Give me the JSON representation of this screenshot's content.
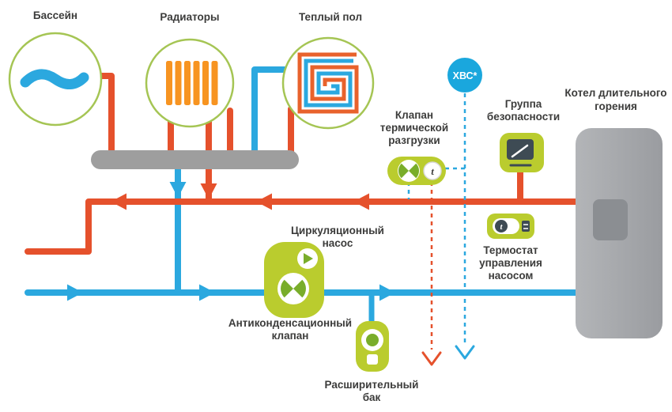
{
  "labels": {
    "pool": "Бассейн",
    "radiators": "Радиаторы",
    "warm_floor": "Теплый пол",
    "cold_water_supply": "ХВС*",
    "thermal_relief_valve": [
      "Клапан",
      "термической",
      "разгрузки"
    ],
    "safety_group": [
      "Группа",
      "безопасности"
    ],
    "boiler": [
      "Котел длительного",
      "горения"
    ],
    "circulation_pump": [
      "Циркуляционный",
      "насос"
    ],
    "pump_thermostat": [
      "Термостат",
      "управления",
      "насосом"
    ],
    "anticondensation_valve": [
      "Антиконденсационный",
      "клапан"
    ],
    "expansion_tank": [
      "Расширительный",
      "бак"
    ],
    "temperature_symbol": "t"
  },
  "colors": {
    "hot_pipe_orange": "#E5512C",
    "cold_pipe_blue": "#2BA8DF",
    "component_green": "#BACC2E",
    "valve_green": "#79AD2A",
    "radiator_orange": "#F79421",
    "manifold_gray": "#9E9E9E",
    "boiler_gray": "#A7A9AC",
    "display_dark": "#3E4B54",
    "cold_water_badge_blue": "#1AA7DD",
    "circle_border_green": "#A5C554",
    "label_text": "#3C3C3B"
  },
  "icons": {
    "pool": "wave-icon",
    "radiators": "radiator-bars-icon",
    "warm_floor": "heating-coil-icon",
    "thermal_relief_valve": [
      "ball-valve-icon",
      "thermometer-icon"
    ],
    "safety_group": "pressure-gauge-icon",
    "circulation_pump": "play-triangle-icon",
    "anticondensation_valve": "ball-valve-icon",
    "expansion_tank": "tank-circle-icon",
    "pump_thermostat": "thermometer-icon"
  }
}
